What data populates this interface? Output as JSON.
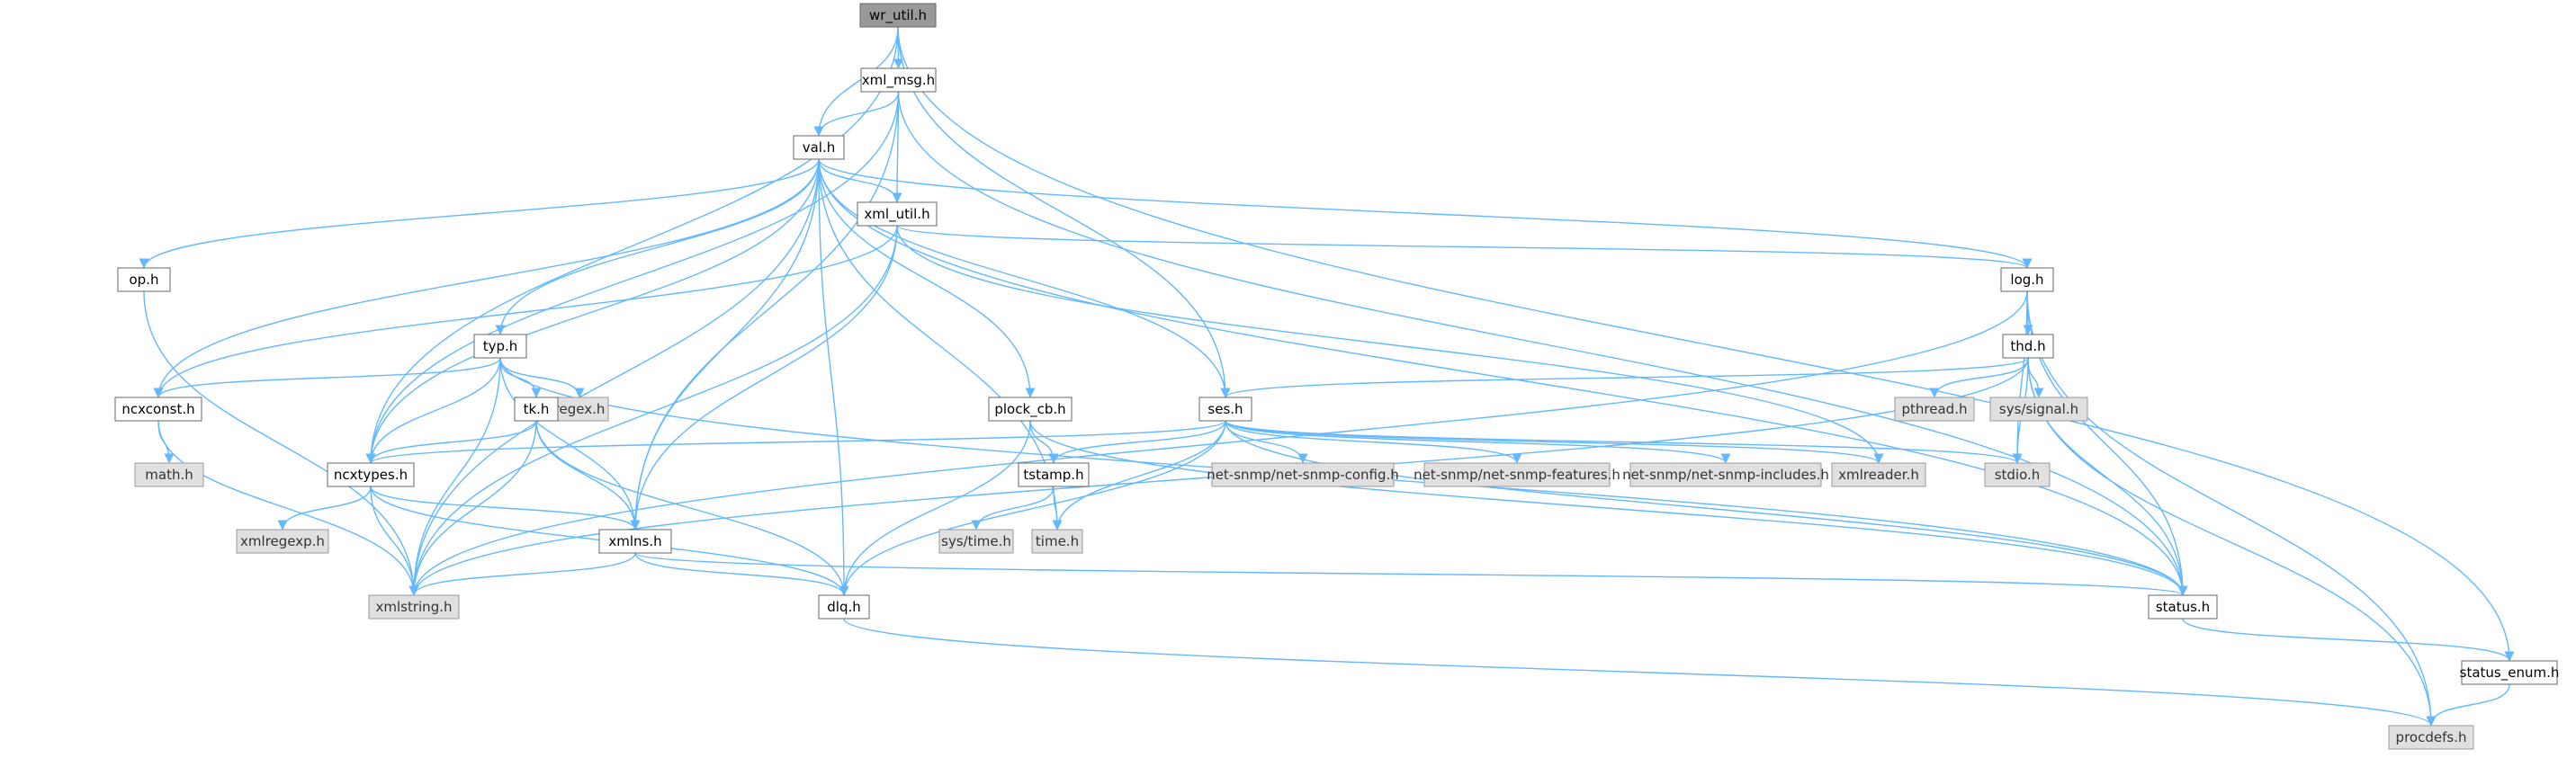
{
  "graph": {
    "nodes": [
      {
        "id": "wr_util",
        "label": "wr_util.h",
        "style": "root"
      },
      {
        "id": "xml_msg",
        "label": "xml_msg.h",
        "style": "normal"
      },
      {
        "id": "val",
        "label": "val.h",
        "style": "normal"
      },
      {
        "id": "xml_util",
        "label": "xml_util.h",
        "style": "normal"
      },
      {
        "id": "op",
        "label": "op.h",
        "style": "normal"
      },
      {
        "id": "log",
        "label": "log.h",
        "style": "normal"
      },
      {
        "id": "typ",
        "label": "typ.h",
        "style": "normal"
      },
      {
        "id": "thd",
        "label": "thd.h",
        "style": "normal"
      },
      {
        "id": "ncxconst",
        "label": "ncxconst.h",
        "style": "normal"
      },
      {
        "id": "regex",
        "label": "regex.h",
        "style": "sys"
      },
      {
        "id": "tk",
        "label": "tk.h",
        "style": "normal"
      },
      {
        "id": "plock_cb",
        "label": "plock_cb.h",
        "style": "normal"
      },
      {
        "id": "ses",
        "label": "ses.h",
        "style": "normal"
      },
      {
        "id": "pthread",
        "label": "pthread.h",
        "style": "sys"
      },
      {
        "id": "syssignal",
        "label": "sys/signal.h",
        "style": "sys"
      },
      {
        "id": "math",
        "label": "math.h",
        "style": "sys"
      },
      {
        "id": "ncxtypes",
        "label": "ncxtypes.h",
        "style": "normal"
      },
      {
        "id": "tstamp",
        "label": "tstamp.h",
        "style": "normal"
      },
      {
        "id": "nsconfig",
        "label": "net-snmp/net-snmp-config.h",
        "style": "sys"
      },
      {
        "id": "nsfeatures",
        "label": "net-snmp/net-snmp-features.h",
        "style": "sys"
      },
      {
        "id": "nsincludes",
        "label": "net-snmp/net-snmp-includes.h",
        "style": "sys"
      },
      {
        "id": "xmlreader",
        "label": "xmlreader.h",
        "style": "sys"
      },
      {
        "id": "stdio",
        "label": "stdio.h",
        "style": "sys"
      },
      {
        "id": "xmlregexp",
        "label": "xmlregexp.h",
        "style": "sys"
      },
      {
        "id": "systime",
        "label": "sys/time.h",
        "style": "sys"
      },
      {
        "id": "time",
        "label": "time.h",
        "style": "sys"
      },
      {
        "id": "xmlns",
        "label": "xmlns.h",
        "style": "normal"
      },
      {
        "id": "xmlstring",
        "label": "xmlstring.h",
        "style": "sys"
      },
      {
        "id": "dlq",
        "label": "dlq.h",
        "style": "normal"
      },
      {
        "id": "status",
        "label": "status.h",
        "style": "normal"
      },
      {
        "id": "status_enum",
        "label": "status_enum.h",
        "style": "normal"
      },
      {
        "id": "procdefs",
        "label": "procdefs.h",
        "style": "sys"
      }
    ],
    "edges": [
      [
        "wr_util",
        "xml_msg"
      ],
      [
        "wr_util",
        "val"
      ],
      [
        "wr_util",
        "ses"
      ],
      [
        "wr_util",
        "ncxtypes"
      ],
      [
        "wr_util",
        "status_enum"
      ],
      [
        "xml_msg",
        "val"
      ],
      [
        "xml_msg",
        "xml_util"
      ],
      [
        "xml_msg",
        "ncxtypes"
      ],
      [
        "xml_msg",
        "xmlns"
      ],
      [
        "xml_msg",
        "status"
      ],
      [
        "val",
        "xml_util"
      ],
      [
        "val",
        "op"
      ],
      [
        "val",
        "log"
      ],
      [
        "val",
        "typ"
      ],
      [
        "val",
        "ncxconst"
      ],
      [
        "val",
        "plock_cb"
      ],
      [
        "val",
        "ses"
      ],
      [
        "val",
        "ncxtypes"
      ],
      [
        "val",
        "time"
      ],
      [
        "val",
        "xmlns"
      ],
      [
        "val",
        "xmlstring"
      ],
      [
        "val",
        "dlq"
      ],
      [
        "val",
        "status"
      ],
      [
        "xml_util",
        "log"
      ],
      [
        "xml_util",
        "ncxconst"
      ],
      [
        "xml_util",
        "xmlreader"
      ],
      [
        "xml_util",
        "xmlns"
      ],
      [
        "xml_util",
        "xmlstring"
      ],
      [
        "op",
        "xmlstring"
      ],
      [
        "log",
        "thd"
      ],
      [
        "log",
        "stdio"
      ],
      [
        "log",
        "xmlstring"
      ],
      [
        "log",
        "status"
      ],
      [
        "log",
        "procdefs"
      ],
      [
        "typ",
        "ncxconst"
      ],
      [
        "typ",
        "regex"
      ],
      [
        "typ",
        "tk"
      ],
      [
        "typ",
        "ncxtypes"
      ],
      [
        "typ",
        "xmlns"
      ],
      [
        "typ",
        "xmlstring"
      ],
      [
        "typ",
        "status"
      ],
      [
        "thd",
        "pthread"
      ],
      [
        "thd",
        "syssignal"
      ],
      [
        "thd",
        "stdio"
      ],
      [
        "thd",
        "ses"
      ],
      [
        "thd",
        "xmlstring"
      ],
      [
        "thd",
        "status"
      ],
      [
        "thd",
        "procdefs"
      ],
      [
        "ncxconst",
        "math"
      ],
      [
        "ncxconst",
        "xmlstring"
      ],
      [
        "tk",
        "ncxtypes"
      ],
      [
        "tk",
        "xmlns"
      ],
      [
        "tk",
        "xmlstring"
      ],
      [
        "tk",
        "dlq"
      ],
      [
        "plock_cb",
        "tstamp"
      ],
      [
        "plock_cb",
        "dlq"
      ],
      [
        "plock_cb",
        "status"
      ],
      [
        "ses",
        "ncxtypes"
      ],
      [
        "ses",
        "tstamp"
      ],
      [
        "ses",
        "nsconfig"
      ],
      [
        "ses",
        "nsfeatures"
      ],
      [
        "ses",
        "nsincludes"
      ],
      [
        "ses",
        "xmlreader"
      ],
      [
        "ses",
        "stdio"
      ],
      [
        "ses",
        "time"
      ],
      [
        "ses",
        "dlq"
      ],
      [
        "ses",
        "status"
      ],
      [
        "ncxtypes",
        "xmlregexp"
      ],
      [
        "ncxtypes",
        "xmlns"
      ],
      [
        "ncxtypes",
        "xmlstring"
      ],
      [
        "ncxtypes",
        "dlq"
      ],
      [
        "tstamp",
        "systime"
      ],
      [
        "tstamp",
        "time"
      ],
      [
        "xmlns",
        "xmlstring"
      ],
      [
        "xmlns",
        "dlq"
      ],
      [
        "xmlns",
        "status"
      ],
      [
        "dlq",
        "procdefs"
      ],
      [
        "status",
        "status_enum"
      ],
      [
        "status_enum",
        "procdefs"
      ]
    ]
  }
}
